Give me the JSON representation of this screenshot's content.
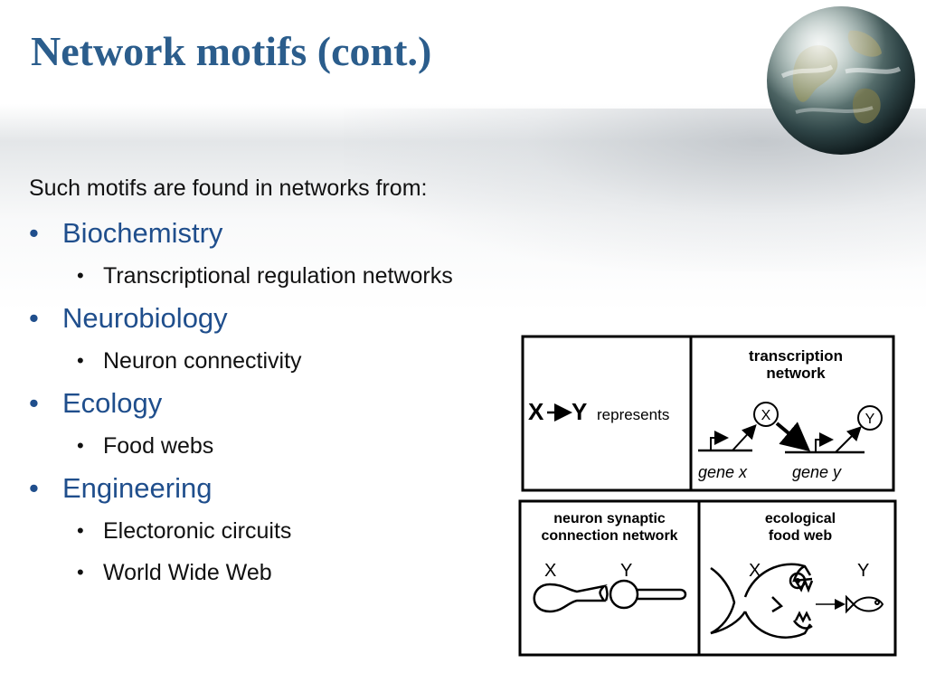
{
  "slide": {
    "title": "Network motifs (cont.)",
    "intro": "Such motifs are found in networks from:",
    "sections": [
      {
        "label": "Biochemistry",
        "items": [
          "Transcriptional regulation networks"
        ]
      },
      {
        "label": "Neurobiology",
        "items": [
          "Neuron connectivity"
        ]
      },
      {
        "label": "Ecology",
        "items": [
          "Food webs"
        ]
      },
      {
        "label": "Engineering",
        "items": [
          "Electoronic circuits",
          "World Wide Web"
        ]
      }
    ],
    "bullet": "•",
    "colors": {
      "title": "#2b5d8c",
      "heading": "#1f4e8c",
      "body": "#111111"
    }
  },
  "figure": {
    "legend_x": "X",
    "legend_y": "Y",
    "legend_word": "represents",
    "transcription_line1": "transcription",
    "transcription_line2": "network",
    "node_x": "X",
    "node_y": "Y",
    "gene_x": "gene x",
    "gene_y": "gene y",
    "neuron_line1": "neuron synaptic",
    "neuron_line2": "connection network",
    "neuron_x": "X",
    "neuron_y": "Y",
    "eco_line1": "ecological",
    "eco_line2": "food web",
    "eco_x": "X",
    "eco_y": "Y"
  }
}
